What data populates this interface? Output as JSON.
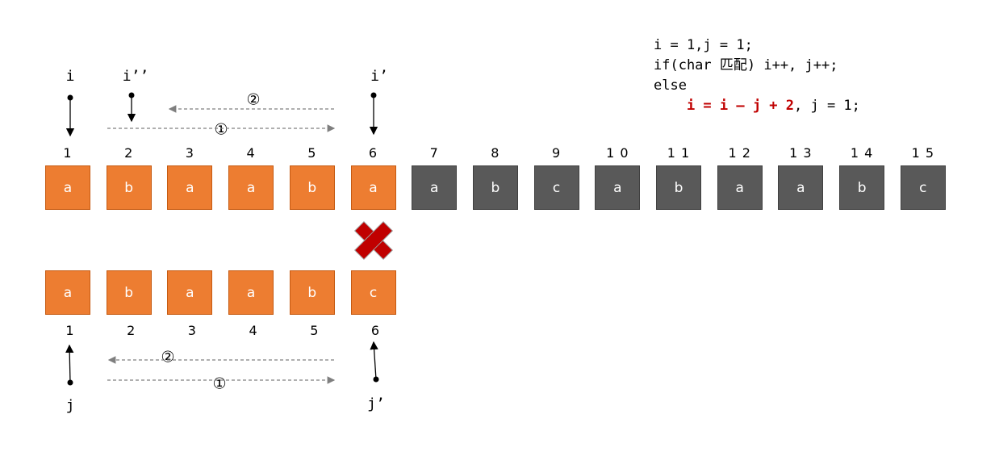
{
  "code": {
    "line1": "i = 1,j = 1;",
    "line2": "if(char 匹配) i++, j++;",
    "line3": "else",
    "line4_indent": "    ",
    "line4_highlight": "i = i – j + 2",
    "line4_rest": ", j = 1;"
  },
  "main_string": {
    "indices": [
      "1",
      "2",
      "3",
      "4",
      "5",
      "6",
      "7",
      "8",
      "9",
      "1 0",
      "1 1",
      "1 2",
      "1 3",
      "1 4",
      "1 5"
    ],
    "chars": [
      "a",
      "b",
      "a",
      "a",
      "b",
      "a",
      "a",
      "b",
      "c",
      "a",
      "b",
      "a",
      "a",
      "b",
      "c"
    ],
    "colors": [
      "orange",
      "orange",
      "orange",
      "orange",
      "orange",
      "orange",
      "gray",
      "gray",
      "gray",
      "gray",
      "gray",
      "gray",
      "gray",
      "gray",
      "gray"
    ]
  },
  "pattern_string": {
    "indices": [
      "1",
      "2",
      "3",
      "4",
      "5",
      "6"
    ],
    "chars": [
      "a",
      "b",
      "a",
      "a",
      "b",
      "c"
    ]
  },
  "pointers": {
    "i": "i",
    "i_double_prime": "i’’",
    "i_prime": "i’",
    "j": "j",
    "j_prime": "j’"
  },
  "steps": {
    "step1": "①",
    "step2": "②"
  },
  "colors": {
    "orange": "#ed7d31",
    "gray": "#595959",
    "mismatch": "#c00000",
    "dashed": "#7f7f7f"
  },
  "mismatch_icon": "cross-icon"
}
